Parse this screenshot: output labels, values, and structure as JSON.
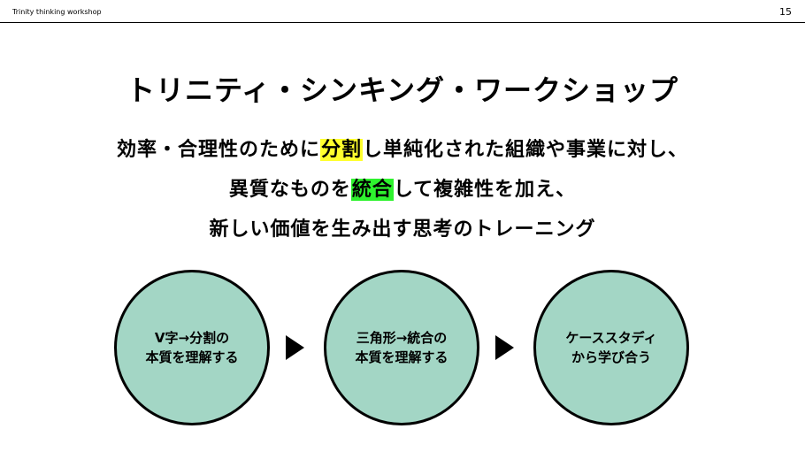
{
  "header": {
    "label": "Trinity thinking workshop",
    "page_number": "15"
  },
  "title": "トリニティ・シンキング・ワークショップ",
  "description": {
    "line1": {
      "before": "効率・合理性のために",
      "highlight": "分割",
      "after": "し単純化された組織や事業に対し、"
    },
    "line2": {
      "before": "異質なものを",
      "highlight": "統合",
      "after": "して複雑性を加え、"
    },
    "line3": "新しい価値を生み出す思考のトレーニング"
  },
  "steps": [
    {
      "line1": "V字→分割の",
      "line2": "本質を理解する"
    },
    {
      "line1": "三角形→統合の",
      "line2": "本質を理解する"
    },
    {
      "line1": "ケーススタディ",
      "line2": "から学び合う"
    }
  ],
  "colors": {
    "highlight_split": "#ffff2e",
    "highlight_integrate": "#2ef22e",
    "circle_fill": "#a3d6c5",
    "rule": "#000000",
    "arrow": "#000000"
  },
  "icons": {
    "arrow": "right-triangle-arrow"
  }
}
